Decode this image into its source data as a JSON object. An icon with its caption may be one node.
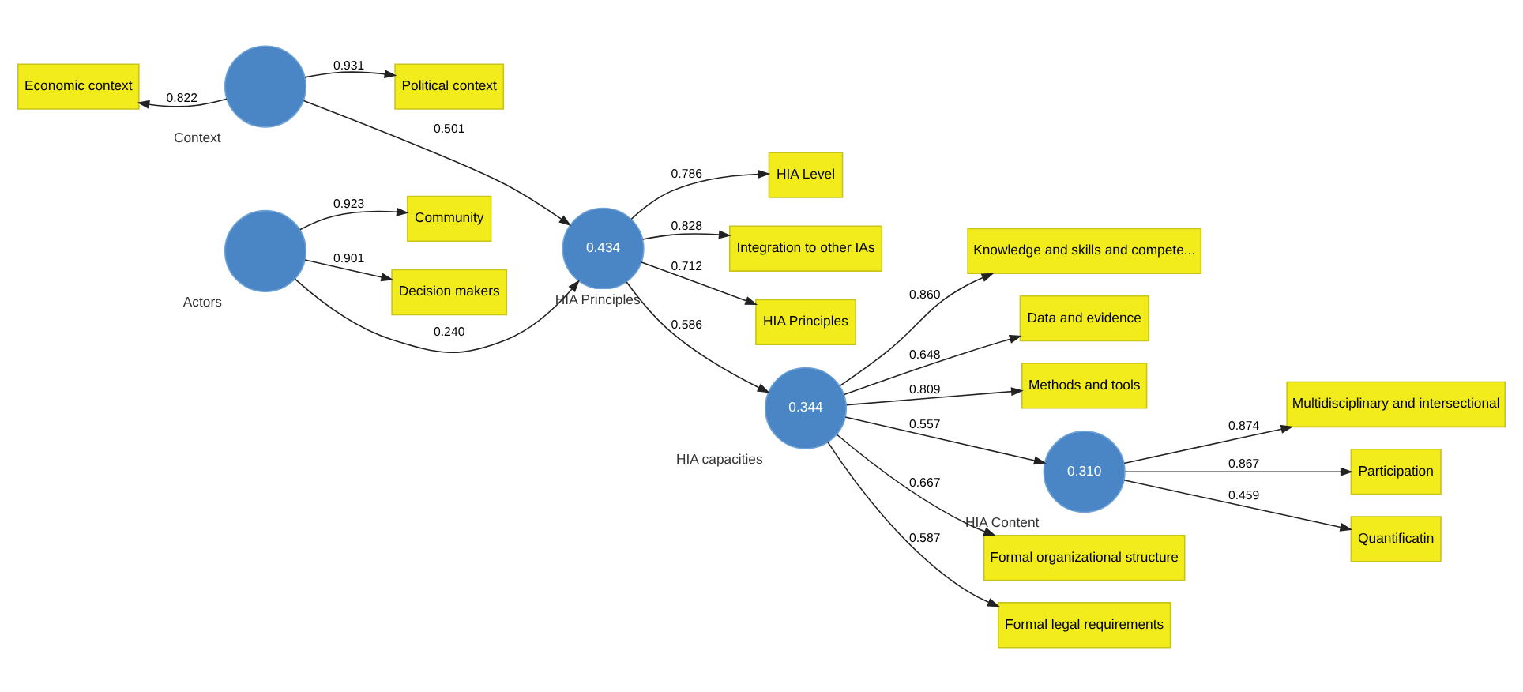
{
  "diagram": {
    "nodes": [
      {
        "text": [
          "Economic context"
        ]
      },
      {
        "text": [
          "Political context"
        ]
      },
      {
        "text": [
          "Context"
        ]
      },
      {
        "text": [
          "Knowledge and skills and compete..."
        ]
      },
      {
        "text": [
          "Data and evidence"
        ]
      },
      {
        "text": [
          "Methods and tools"
        ]
      },
      {
        "text": [
          "HIA Level"
        ]
      },
      {
        "text": [
          "Integration to other IAs"
        ]
      },
      {
        "text": [
          "HIA Principles"
        ]
      },
      {
        "text": [
          "0.434",
          "HIA Principles"
        ]
      },
      {
        "text": [
          "0.344",
          "HIA capacities"
        ]
      },
      {
        "text": [
          "Multidisciplinary and intersectional"
        ]
      },
      {
        "text": [
          "0.310",
          "HIA Content"
        ]
      },
      {
        "text": [
          "Participation"
        ]
      },
      {
        "text": [
          "Quantificatin"
        ]
      },
      {
        "text": [
          "Community"
        ]
      },
      {
        "text": [
          "Decision makers"
        ]
      },
      {
        "text": [
          "Actors"
        ]
      },
      {
        "text": [
          "Formal organizational structure"
        ]
      },
      {
        "text": [
          "Formal legal requirements"
        ]
      }
    ],
    "edges": [
      {
        "from": 2,
        "to": 0,
        "arrow": "to",
        "label": "0.822"
      },
      {
        "from": 2,
        "to": 1,
        "arrow": "to",
        "label": "0.931"
      },
      {
        "from": 2,
        "to": 9,
        "arrow": "to",
        "label": "0.501"
      },
      {
        "from": 9,
        "to": 6,
        "arrow": "to",
        "label": "0.786"
      },
      {
        "from": 9,
        "to": 7,
        "arrow": "to",
        "label": "0.828"
      },
      {
        "from": 9,
        "to": 8,
        "arrow": "to",
        "label": "0.712"
      },
      {
        "from": 17,
        "to": 9,
        "arrow": "to",
        "label": "0.240"
      },
      {
        "from": 17,
        "to": 15,
        "arrow": "to",
        "label": "0.923"
      },
      {
        "from": 17,
        "to": 16,
        "arrow": "to",
        "label": "0.901"
      },
      {
        "from": 9,
        "to": 10,
        "arrow": "to",
        "label": "0.586"
      },
      {
        "from": 10,
        "to": 3,
        "arrow": "to",
        "label": "0.860"
      },
      {
        "from": 10,
        "to": 4,
        "arrow": "to",
        "label": "0.648"
      },
      {
        "from": 10,
        "to": 5,
        "arrow": "to",
        "label": "0.809"
      },
      {
        "from": 10,
        "to": 12,
        "arrow": "to",
        "label": "0.557"
      },
      {
        "from": 10,
        "to": 18,
        "arrow": "to",
        "label": "0.667"
      },
      {
        "from": 10,
        "to": 19,
        "arrow": "to",
        "label": "0.587"
      },
      {
        "from": 12,
        "to": 11,
        "arrow": "to",
        "label": "0.874"
      },
      {
        "from": 12,
        "to": 13,
        "arrow": "to",
        "label": "0.867"
      },
      {
        "from": 12,
        "to": 14,
        "arrow": "to",
        "label": "0.459"
      }
    ]
  }
}
